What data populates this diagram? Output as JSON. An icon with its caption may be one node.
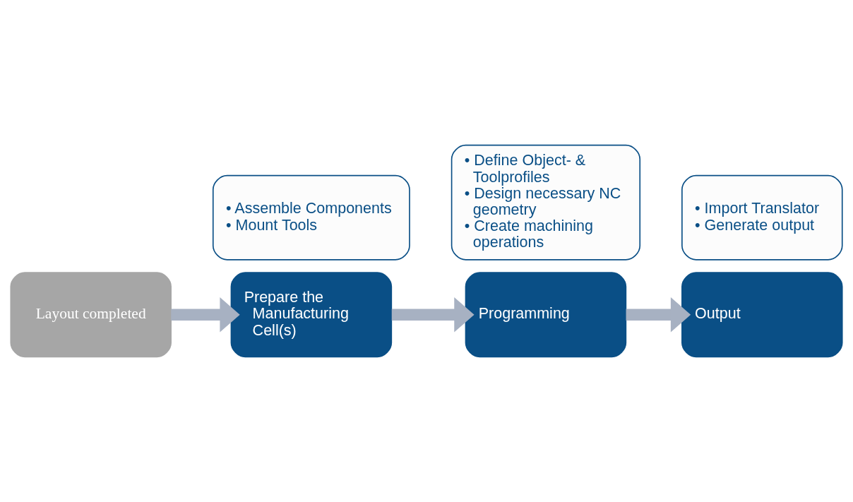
{
  "diagram": {
    "nodes": [
      {
        "text": [
          "Layout completed"
        ]
      },
      {
        "text": [
          "Prepare the Manufacturing Cell(s)"
        ]
      },
      {
        "text": [
          "• Assemble Components",
          "• Mount Tools"
        ]
      },
      {
        "text": [
          "Programming"
        ]
      },
      {
        "text": [
          "• Define Object- & Toolprofiles",
          "• Design necessary NC geometry",
          "• Create machining operations"
        ]
      },
      {
        "text": [
          "Output"
        ]
      },
      {
        "text": [
          "• Import Translator",
          "• Generate output"
        ]
      }
    ],
    "edges": [
      {
        "from": 0,
        "to": 1,
        "arrow": "to"
      },
      {
        "from": 1,
        "to": 3,
        "arrow": "to"
      },
      {
        "from": 3,
        "to": 5,
        "arrow": "to"
      }
    ]
  }
}
